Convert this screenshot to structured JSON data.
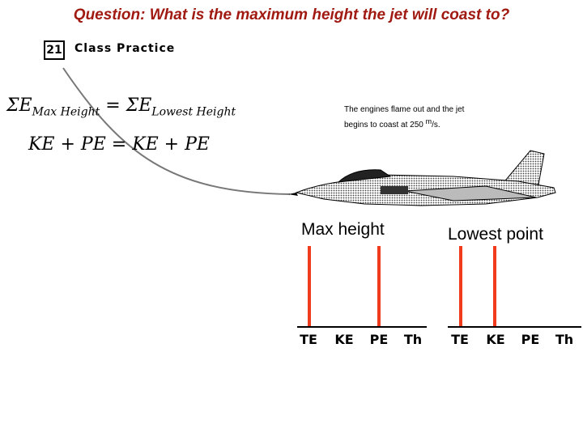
{
  "question": "Question: What is the maximum height the jet will coast to?",
  "slide_number": "21",
  "section_title": "Class Practice",
  "equation1": {
    "lhs": "ΣE",
    "lhs_sub": "Max Height",
    "middle": " = ΣE",
    "rhs_sub": "Lowest Height"
  },
  "equation2": "KE + PE = KE + PE",
  "note": {
    "line1": "The engines flame out and the jet",
    "line2": "begins to coast at 250 ",
    "unit_num": "m",
    "unit_den": "/s."
  },
  "jet_icon": "fighter-jet-icon",
  "charts": [
    {
      "title": "Max height",
      "categories": [
        "TE",
        "KE",
        "PE",
        "Th"
      ],
      "bars": {
        "TE": 1,
        "KE": 0,
        "PE": 1,
        "Th": 0
      }
    },
    {
      "title": "Lowest point",
      "categories": [
        "TE",
        "KE",
        "PE",
        "Th"
      ],
      "bars": {
        "TE": 1,
        "KE": 1,
        "PE": 0,
        "Th": 0
      }
    }
  ],
  "colors": {
    "question": "#a01a12",
    "bar": "#f03b1c"
  }
}
